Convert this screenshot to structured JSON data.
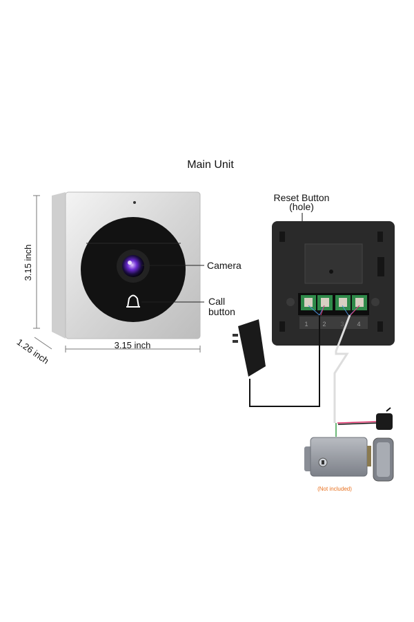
{
  "title": "Main Unit",
  "labels": {
    "camera": "Camera",
    "call_line1": "Call",
    "call_line2": "button",
    "reset_line1": "Reset Button",
    "reset_line2": "(hole)",
    "not_included": "(Not included)"
  },
  "dimensions": {
    "height": "3.15 inch",
    "width": "3.15 inch",
    "depth": "1.26 inch"
  },
  "terminals": [
    "1",
    "2",
    "3",
    "4"
  ],
  "colors": {
    "accent_orange": "#e8701e",
    "unit_black": "#121212",
    "silver": "#d9d9d9",
    "back_panel": "#2a2a2a",
    "terminal_green": "#2f8a4a"
  }
}
